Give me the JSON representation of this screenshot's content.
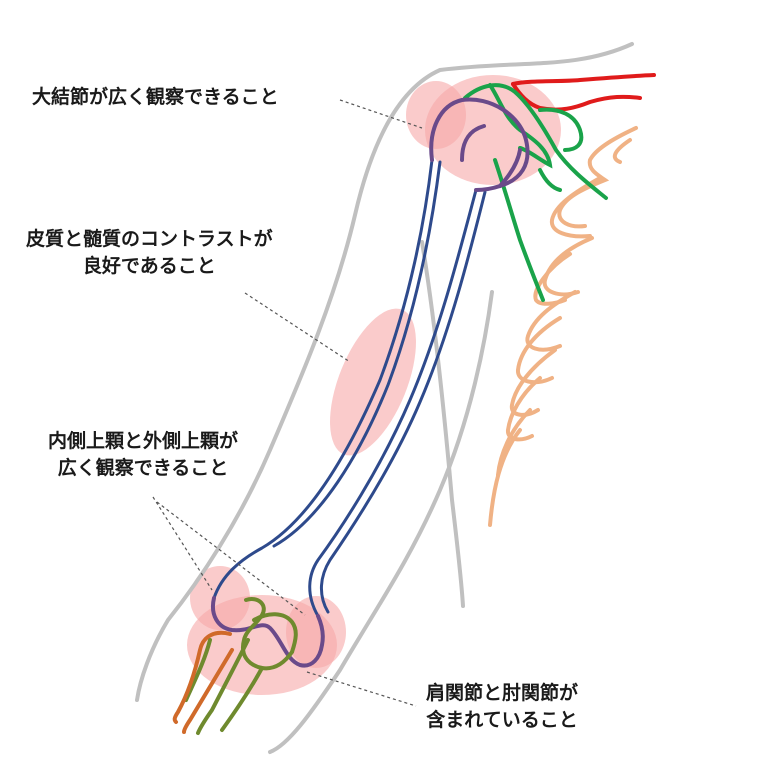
{
  "labels": {
    "greater_tubercle": "大結節が広く観察できること",
    "cortex_contrast_line1": "皮質と髄質のコントラストが",
    "cortex_contrast_line2": "良好であること",
    "epicondyles_line1": "内側上顆と外側上顆が",
    "epicondyles_line2": "広く観察できること",
    "joints_line1": "肩関節と肘関節が",
    "joints_line2": "含まれていること"
  },
  "colors": {
    "skin_outline": "#c0c0c0",
    "humerus": "#2e4a8c",
    "humeral_head": "#6a4a8a",
    "scapula": "#1aa34a",
    "clavicle": "#e01b1b",
    "ribs": "#f0b285",
    "forearm_radius": "#d06a2a",
    "forearm_ulna": "#6f8a2e",
    "highlight": "#f7a8a8",
    "leader_line": "#555555"
  },
  "icons": [
    "humerus-bone",
    "shoulder-joint",
    "elbow-joint"
  ]
}
